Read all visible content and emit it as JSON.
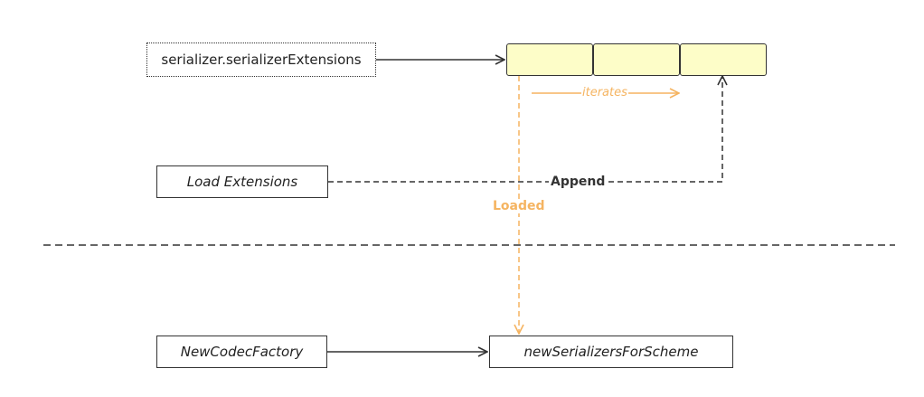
{
  "nodes": {
    "serializer_extensions": "serializer.serializerExtensions",
    "load_extensions": "Load Extensions",
    "new_codec_factory": "NewCodecFactory",
    "new_serializers_for_scheme": "newSerializersForScheme"
  },
  "array": {
    "cell_count": 3,
    "cell_color": "#fdfdc8"
  },
  "edges": {
    "iterates": "iterates",
    "append": "Append",
    "loaded": "Loaded"
  },
  "colors": {
    "line": "#333333",
    "highlight": "#f5b461",
    "cell_fill": "#fdfdc8"
  }
}
